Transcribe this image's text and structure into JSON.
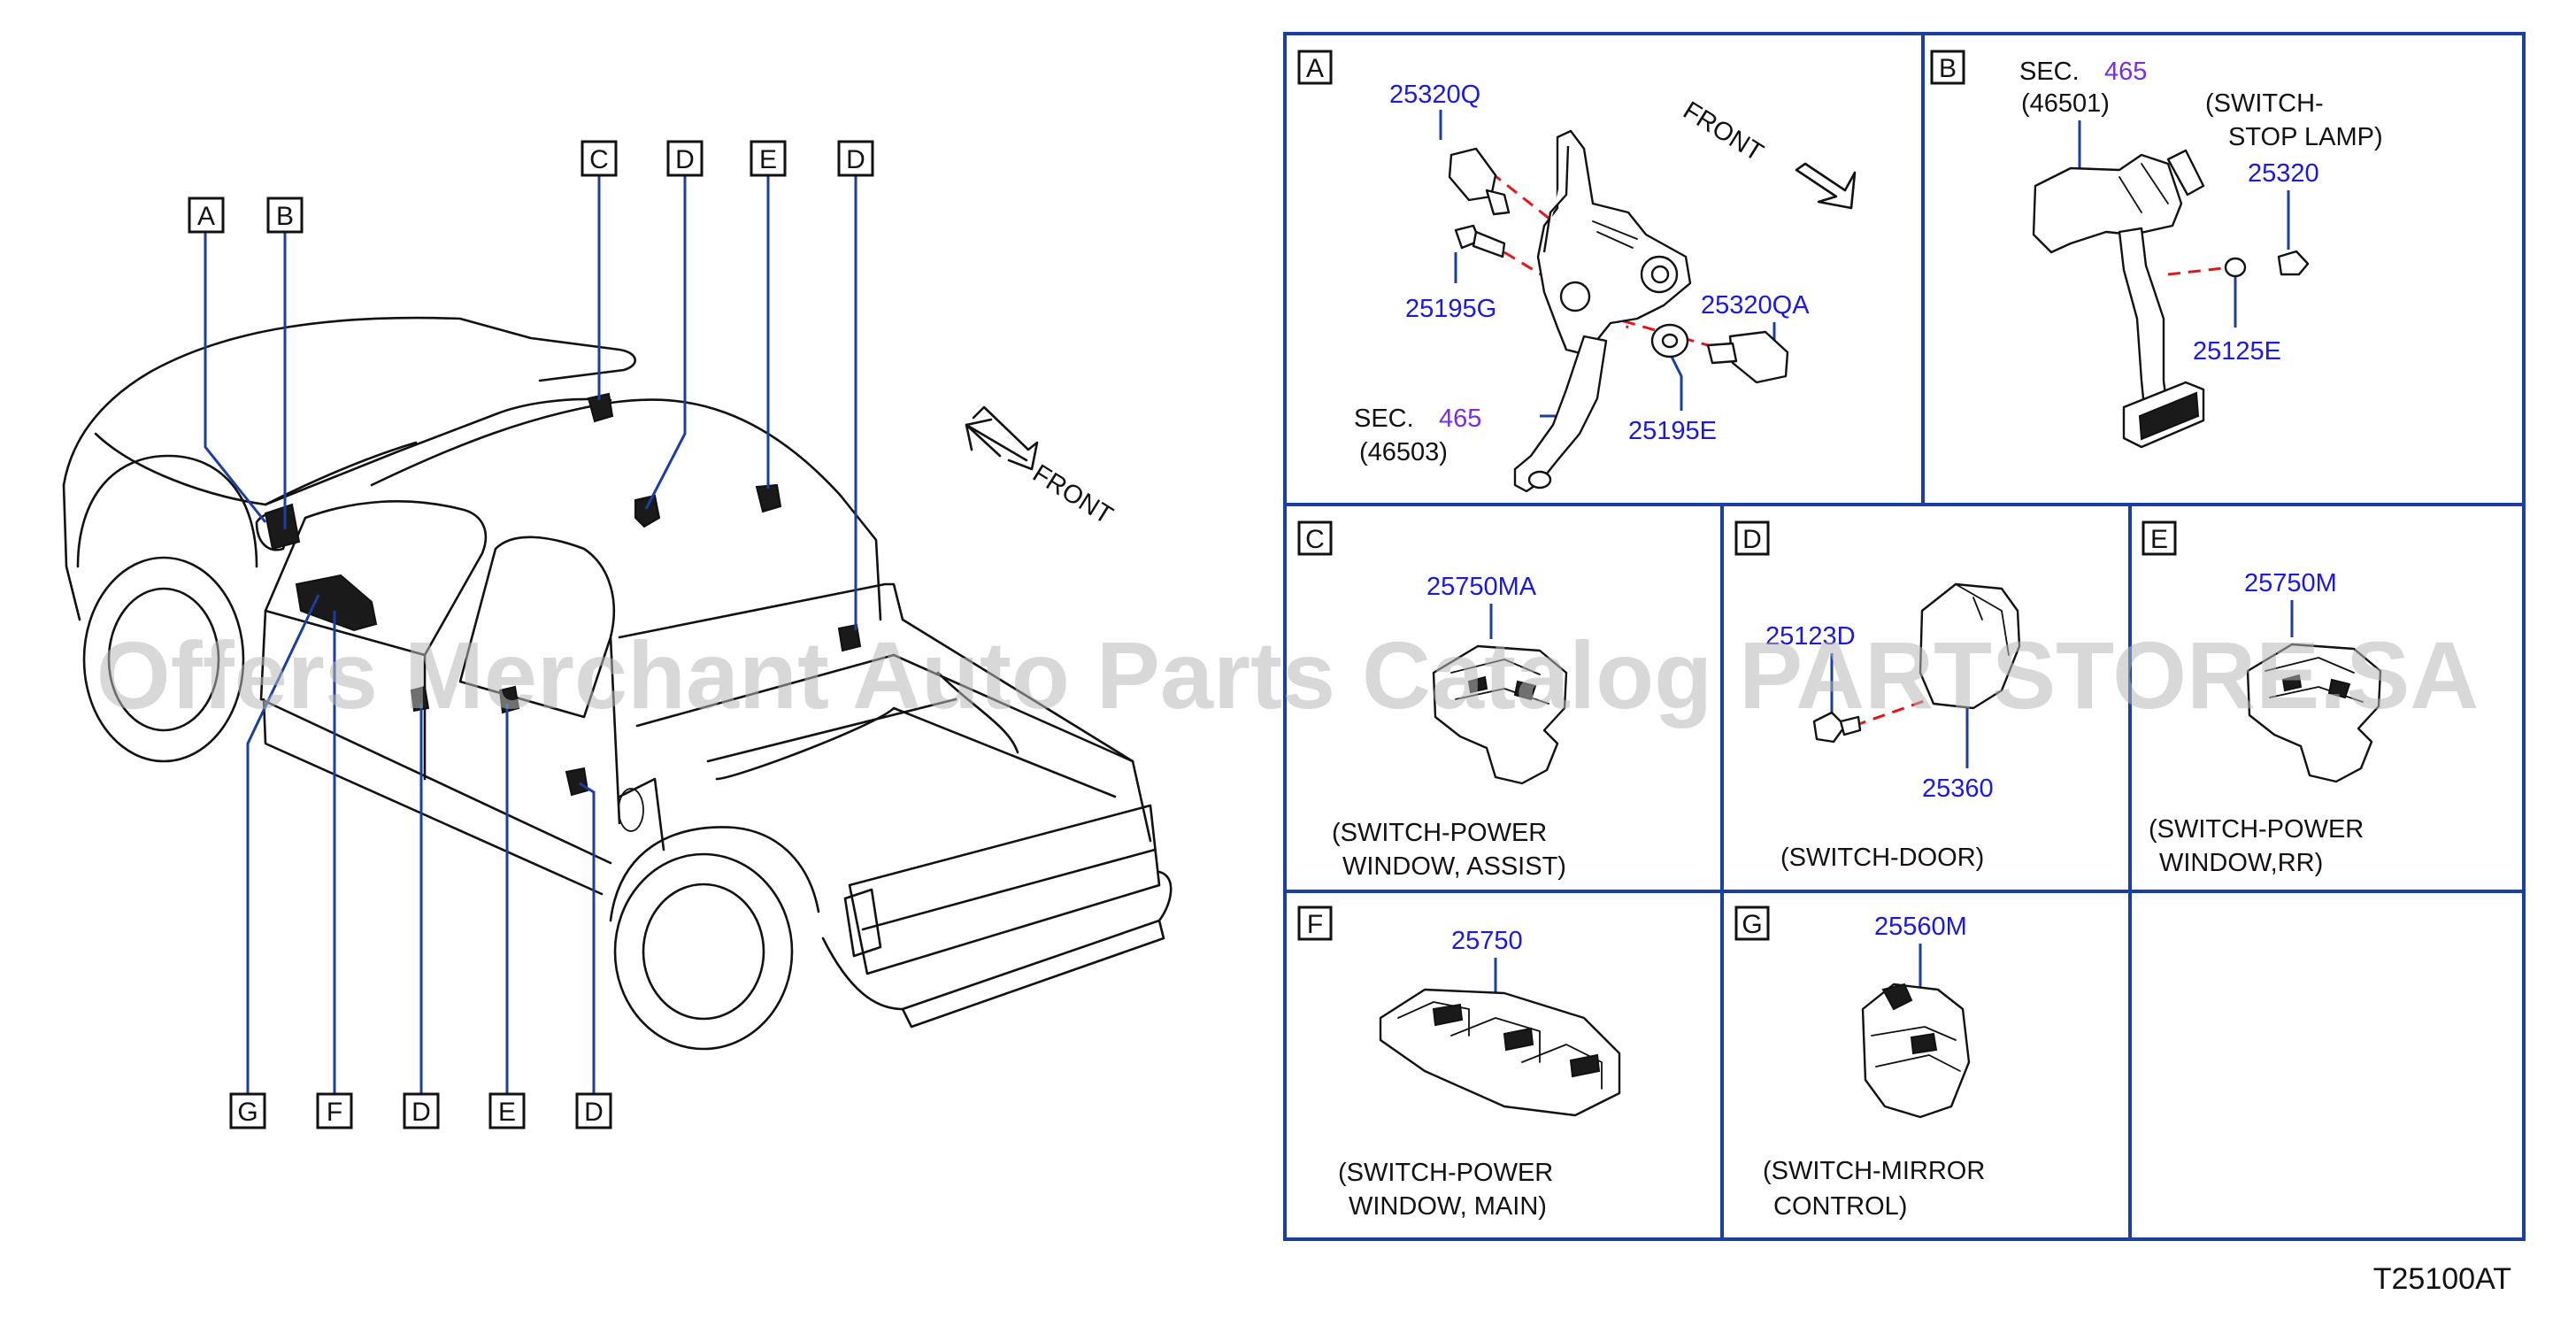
{
  "diagram_code": "T25100AT",
  "watermark": "Offers Merchant Auto Parts Catalog PARTSTORE.SA",
  "front_label": "FRONT",
  "vehicle_callouts": {
    "top": [
      "A",
      "B",
      "C",
      "D",
      "E",
      "D"
    ],
    "bottom": [
      "G",
      "F",
      "D",
      "E",
      "D"
    ]
  },
  "panels": {
    "A": {
      "letter": "A",
      "parts": [
        "25320Q",
        "25195G",
        "25320QA",
        "25195E"
      ],
      "sec_prefix": "SEC.",
      "sec_num": "465",
      "sec_ref": "(46503)",
      "front": "FRONT"
    },
    "B": {
      "letter": "B",
      "sec_prefix": "SEC.",
      "sec_num": "465",
      "sec_ref": "(46501)",
      "desc_line1": "(SWITCH-",
      "desc_line2": "STOP  LAMP)",
      "parts": [
        "25320",
        "25125E"
      ]
    },
    "C": {
      "letter": "C",
      "part": "25750MA",
      "desc_line1": "(SWITCH-POWER",
      "desc_line2": "WINDOW,  ASSIST)"
    },
    "D": {
      "letter": "D",
      "parts": [
        "25123D",
        "25360"
      ],
      "desc": "(SWITCH-DOOR)"
    },
    "E": {
      "letter": "E",
      "part": "25750M",
      "desc_line1": "(SWITCH-POWER",
      "desc_line2": "WINDOW,RR)"
    },
    "F": {
      "letter": "F",
      "part": "25750",
      "desc_line1": "(SWITCH-POWER",
      "desc_line2": "WINDOW,  MAIN)"
    },
    "G": {
      "letter": "G",
      "part": "25560M",
      "desc_line1": "(SWITCH-MIRROR",
      "desc_line2": "CONTROL)"
    }
  },
  "colors": {
    "leader": "#1b3fa0",
    "part_number": "#1a1ad8",
    "section": "#7a2fd6",
    "dashed_link": "#e01818",
    "frame": "#1b3fa0"
  }
}
